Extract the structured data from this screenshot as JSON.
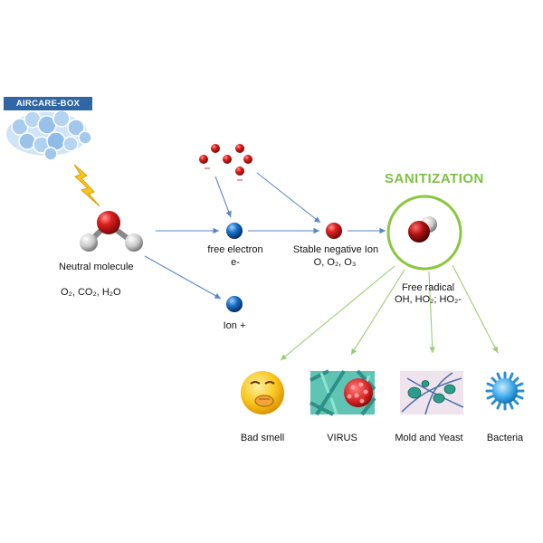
{
  "brand": {
    "logo_text": "AIRCARE-BOX"
  },
  "title": "SANITIZATION",
  "nodes": {
    "neutral": {
      "label": "Neutral molecule",
      "formula": "O₂, CO₂, H₂O"
    },
    "electron": {
      "label": "free electron",
      "sub": "e-"
    },
    "negative_ion": {
      "label": "Stable negative Ion",
      "sub": "O, O₂, O₃"
    },
    "free_radical": {
      "label": "Free radical",
      "sub": "OH, HO₂; HO₂-"
    },
    "ion_plus": {
      "label": "Ion +"
    }
  },
  "targets": [
    {
      "label": "Bad smell"
    },
    {
      "label": "VIRUS"
    },
    {
      "label": "Mold and Yeast"
    },
    {
      "label": "Bacteria"
    }
  ],
  "colors": {
    "arrow_blue": "#5a86c5",
    "arrow_green": "#9bcd72",
    "ring_green": "#8cc63f",
    "logo_blue": "#2f66a6",
    "title_green": "#7dc142"
  }
}
